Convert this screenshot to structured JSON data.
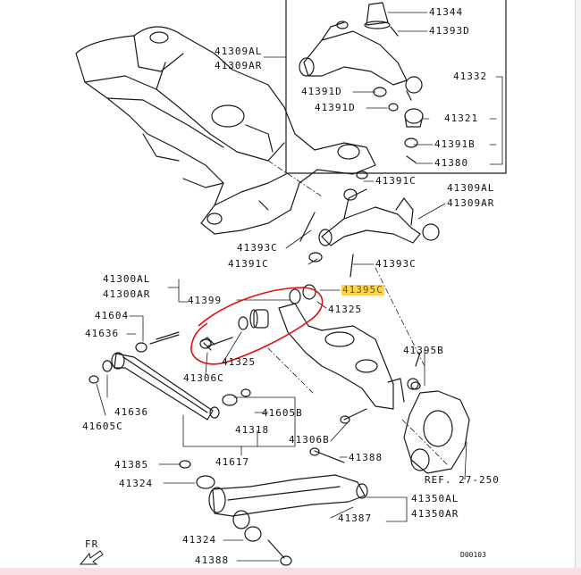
{
  "labels": {
    "l41344": "41344",
    "l41393D": "41393D",
    "l41309AL_top": "41309AL",
    "l41309AR_top": "41309AR",
    "l41332": "41332",
    "l41391D_a": "41391D",
    "l41391D_b": "41391D",
    "l41321": "41321",
    "l41391B": "41391B",
    "l41380": "41380",
    "l41391C_a": "41391C",
    "l41309AL_mid": "41309AL",
    "l41309AR_mid": "41309AR",
    "l41393C_a": "41393C",
    "l41391C_b": "41391C",
    "l41393C_b": "41393C",
    "l41300AL": "41300AL",
    "l41300AR": "41300AR",
    "l41399": "41399",
    "l41395C": "41395C",
    "l41325_a": "41325",
    "l41325_b": "41325",
    "l41604": "41604",
    "l41636_a": "41636",
    "l41306C": "41306C",
    "l41395B": "41395B",
    "l41636_b": "41636",
    "l41605B": "41605B",
    "l41605C": "41605C",
    "l41318": "41318",
    "l41306B": "41306B",
    "l41388_a": "41388",
    "l41617": "41617",
    "l41385": "41385",
    "lREF": "REF. 27-250",
    "l41324_a": "41324",
    "l41350AL": "41350AL",
    "l41350AR": "41350AR",
    "l41387": "41387",
    "l41324_b": "41324",
    "l41388_b": "41388",
    "lFR": "FR",
    "lD00103": "D00103"
  },
  "colors": {
    "line": "#1a1a1a",
    "highlight": "#ffd34d",
    "highlight_text": "#6b5a00",
    "circle": "#e01010"
  }
}
